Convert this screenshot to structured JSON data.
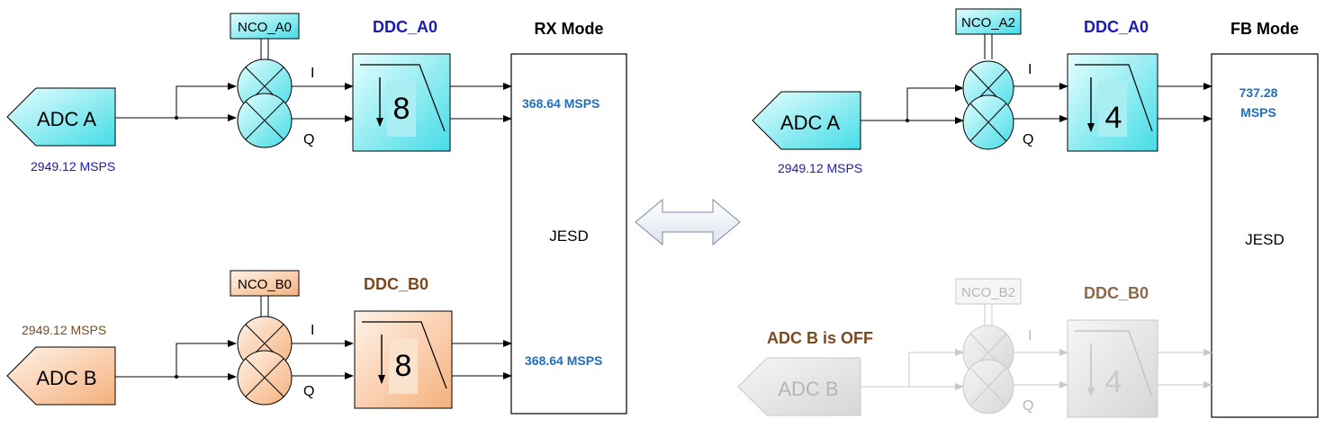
{
  "left": {
    "mode_title": "RX Mode",
    "jesd_label": "JESD",
    "adc_a": {
      "label": "ADC A",
      "rate": "2949.12 MSPS",
      "nco": "NCO_A0",
      "ddc": "DDC_A0",
      "decimation": "8",
      "i_label": "I",
      "q_label": "Q",
      "out_rate": "368.64 MSPS"
    },
    "adc_b": {
      "label": "ADC B",
      "rate": "2949.12 MSPS",
      "nco": "NCO_B0",
      "ddc": "DDC_B0",
      "decimation": "8",
      "i_label": "I",
      "q_label": "Q",
      "out_rate": "368.64 MSPS"
    }
  },
  "right": {
    "mode_title": "FB Mode",
    "jesd_label": "JESD",
    "out_rate_line1": "737.28",
    "out_rate_line2": "MSPS",
    "adc_a": {
      "label": "ADC A",
      "rate": "2949.12 MSPS",
      "nco": "NCO_A2",
      "ddc": "DDC_A0",
      "decimation": "4",
      "i_label": "I",
      "q_label": "Q"
    },
    "adc_b": {
      "label": "ADC B",
      "status": "ADC B is OFF",
      "nco": "NCO_B2",
      "ddc": "DDC_B0",
      "decimation": "4",
      "i_label": "I",
      "q_label": "Q"
    }
  },
  "colors": {
    "cyan_fill": "#7ff3f7",
    "cyan_dark": "#33d1dd",
    "peach_fill": "#fbd3b0",
    "peach_dark": "#f2a977",
    "blue_text": "#1a1ab8",
    "teal_text": "#1f6fc0",
    "brown_text": "#7a4a1e",
    "grey_off": "#c9c9c9"
  }
}
